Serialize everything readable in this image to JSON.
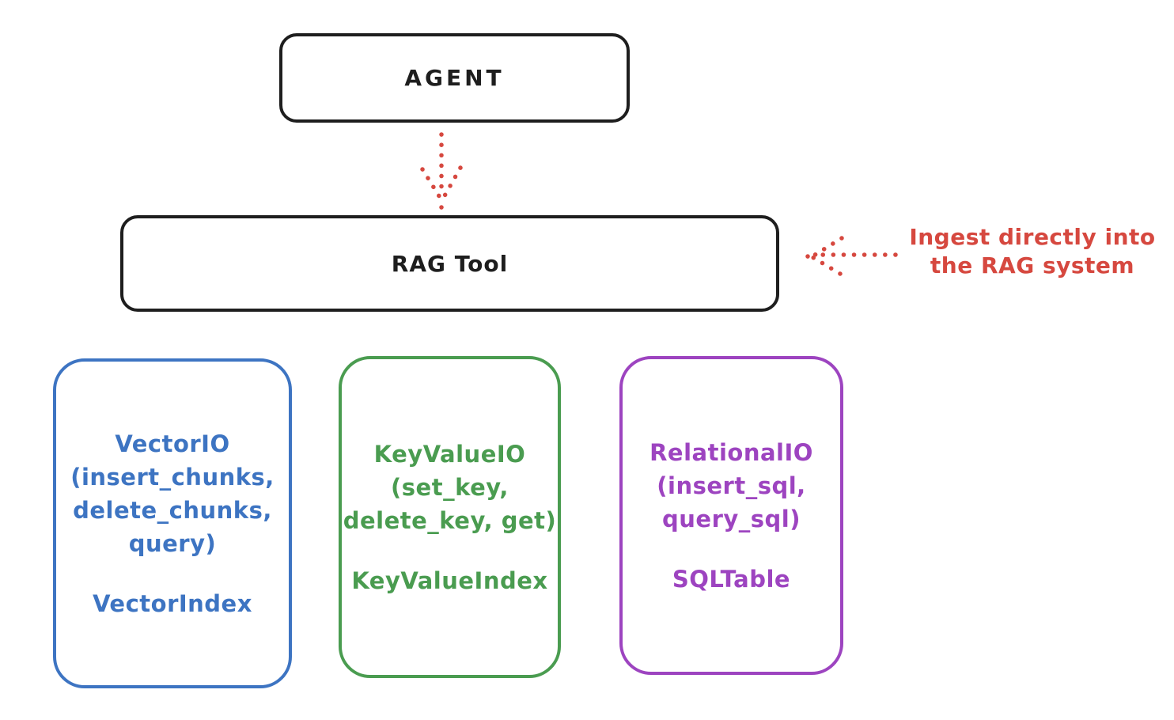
{
  "diagram": {
    "title_hint": "RAG Tool architecture sketch",
    "agent_box": {
      "label": "AGENT"
    },
    "rag_tool_box": {
      "label": "RAG Tool"
    },
    "annotation": {
      "line1": "Ingest directly into",
      "line2": "the RAG system",
      "arrow": "dotted-arrow-pointing-left-at-rag-tool-box",
      "color": "#d6483f"
    },
    "agent_to_rag_arrow": {
      "style": "dotted",
      "direction": "down",
      "color": "#d6483f"
    },
    "io_boxes": [
      {
        "id": "vector-io",
        "color": "#3d74c2",
        "lines": [
          "VectorIO",
          "(insert_chunks,",
          "delete_chunks,",
          "query)"
        ],
        "index_label": "VectorIndex"
      },
      {
        "id": "keyvalue-io",
        "color": "#4a9c50",
        "lines": [
          "KeyValueIO",
          "(set_key,",
          "delete_key, get)"
        ],
        "index_label": "KeyValueIndex"
      },
      {
        "id": "relational-io",
        "color": "#9d44c0",
        "lines": [
          "RelationalIO",
          "(insert_sql,",
          "query_sql)"
        ],
        "index_label": "SQLTable"
      }
    ],
    "colors": {
      "stroke": "#1e1e1e",
      "red": "#d6483f",
      "blue": "#3d74c2",
      "green": "#4a9c50",
      "purple": "#9d44c0",
      "background": "#ffffff"
    }
  }
}
